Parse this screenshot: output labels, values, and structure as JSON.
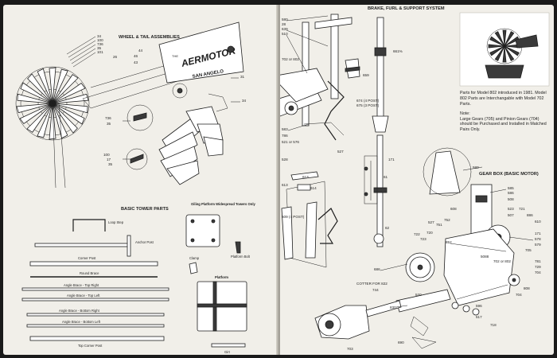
{
  "left_page": {
    "wheel_section": {
      "title": "WHEEL & TAIL ASSEMBLIES",
      "part_numbers": [
        "34",
        "100",
        "736",
        "35",
        "101",
        "44",
        "46",
        "43",
        "31",
        "34",
        "736",
        "35",
        "100",
        "17",
        "35",
        "26"
      ],
      "tail_text": {
        "brand": "AERMOTOR",
        "city": "SAN ANGELO",
        "the": "THE"
      }
    },
    "tower_section": {
      "title": "BASIC TOWER PARTS",
      "parts": {
        "loop_step": "Loop Step",
        "anchor_post": "Anchor Post",
        "corner_post": "Corner Post",
        "round_brace": "Round Brace",
        "angle_top_right": "Angle Brace - Top Right",
        "angle_top_left": "Angle Brace - Top Left",
        "angle_bottom_right": "Angle Brace - Bottom Right",
        "angle_bottom_left": "Angle Brace - Bottom Left",
        "top_corner_post": "Top Corner Post"
      }
    },
    "platform_section": {
      "title": "Oiling Platform Widespread Towers Only",
      "parts": {
        "clamp": "Clamp",
        "platform_bolt": "Platform Bolt",
        "platform": "Platform",
        "girt": "Girt"
      }
    }
  },
  "right_page": {
    "brake_section": {
      "title": "BRAKE, FURL & SUPPORT SYSTEM",
      "model_label": "702 or 802",
      "part_numbers": [
        "580",
        "28",
        "639",
        "510",
        "659",
        "661%",
        "674 (4 POST)",
        "675 (3 POST)",
        "583",
        "786",
        "521 or 576",
        "527",
        "528",
        "613",
        "613",
        "614",
        "609 (4 POST)",
        "171",
        "61",
        "62"
      ]
    },
    "gearbox_section": {
      "title": "GEAR BOX (BASIC MOTOR)",
      "part_numbers": [
        "580",
        "585",
        "586",
        "508",
        "608",
        "523",
        "507",
        "721",
        "886",
        "610",
        "171",
        "578",
        "579",
        "705",
        "752",
        "751",
        "720",
        "527",
        "852",
        "722",
        "723",
        "5088",
        "702 or 802",
        "781",
        "729",
        "704",
        "808",
        "704",
        "686",
        "744",
        "830",
        "520",
        "596",
        "517",
        "718",
        "COTTER FOR 822",
        "703",
        "690"
      ]
    },
    "info": {
      "model_note": "Parts for Model 802 introduced in 1981. Model 802 Parts are Interchangable with Model 702 Parts.",
      "note_title": "Note:",
      "note_text": "Large Gears (705) and Pinion Gears (704) should be Purchased and Installed in Matched Pairs Only."
    }
  }
}
